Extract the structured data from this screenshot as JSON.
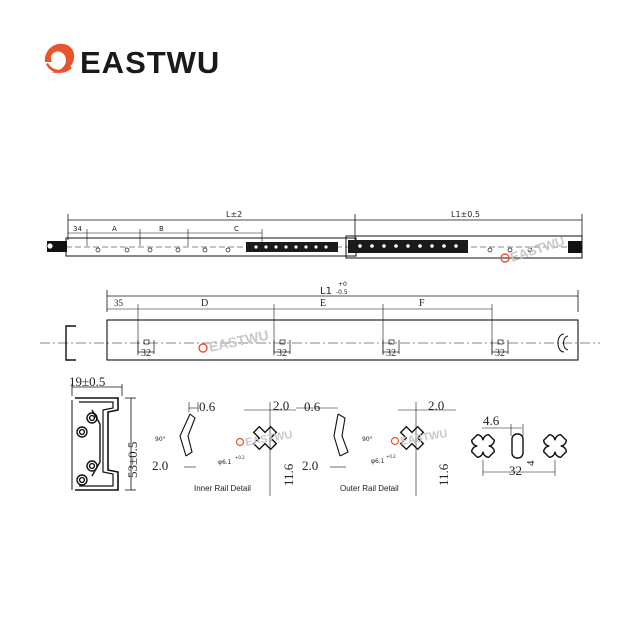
{
  "brand": {
    "name": "EASTWU",
    "logo_color": "#e8552d",
    "text_color": "#1a1a1a"
  },
  "watermark": {
    "text": "EASTWU",
    "color": "#c9c9c9",
    "accent": "#e8552d"
  },
  "top_view": {
    "labels": {
      "offset_34": "34",
      "seg_a": "A",
      "seg_b": "B",
      "seg_c": "C",
      "length_l": "L±2",
      "length_l1": "L1±0.5"
    }
  },
  "rail_view": {
    "labels": {
      "length": "L1",
      "tol_upper": "+0",
      "tol_lower": "-0.5",
      "offset_35": "35",
      "seg_d": "D",
      "seg_e": "E",
      "seg_f": "F",
      "pitch": [
        "32",
        "32",
        "32",
        "32"
      ]
    }
  },
  "cross_section": {
    "labels": {
      "width": "19±0.5",
      "height": "53±0.5"
    }
  },
  "inner_rail_detail": {
    "caption": "Inner Rail Detail",
    "labels": {
      "t1": "0.6",
      "t2": "2.0",
      "angle": "90°",
      "hole": "φ6.1",
      "hole_tol": "+0.2",
      "height": "11.6",
      "w": "2.0"
    }
  },
  "outer_rail_detail": {
    "caption": "Outer Rail Detail",
    "labels": {
      "t1": "0.6",
      "t2": "2.0",
      "angle": "90°",
      "hole": "φ6.1",
      "hole_tol": "+0.2",
      "height": "11.6",
      "w": "2.0"
    }
  },
  "hole_detail": {
    "labels": {
      "slot_w": "4.6",
      "pitch": "32",
      "slot_h": "4"
    }
  }
}
